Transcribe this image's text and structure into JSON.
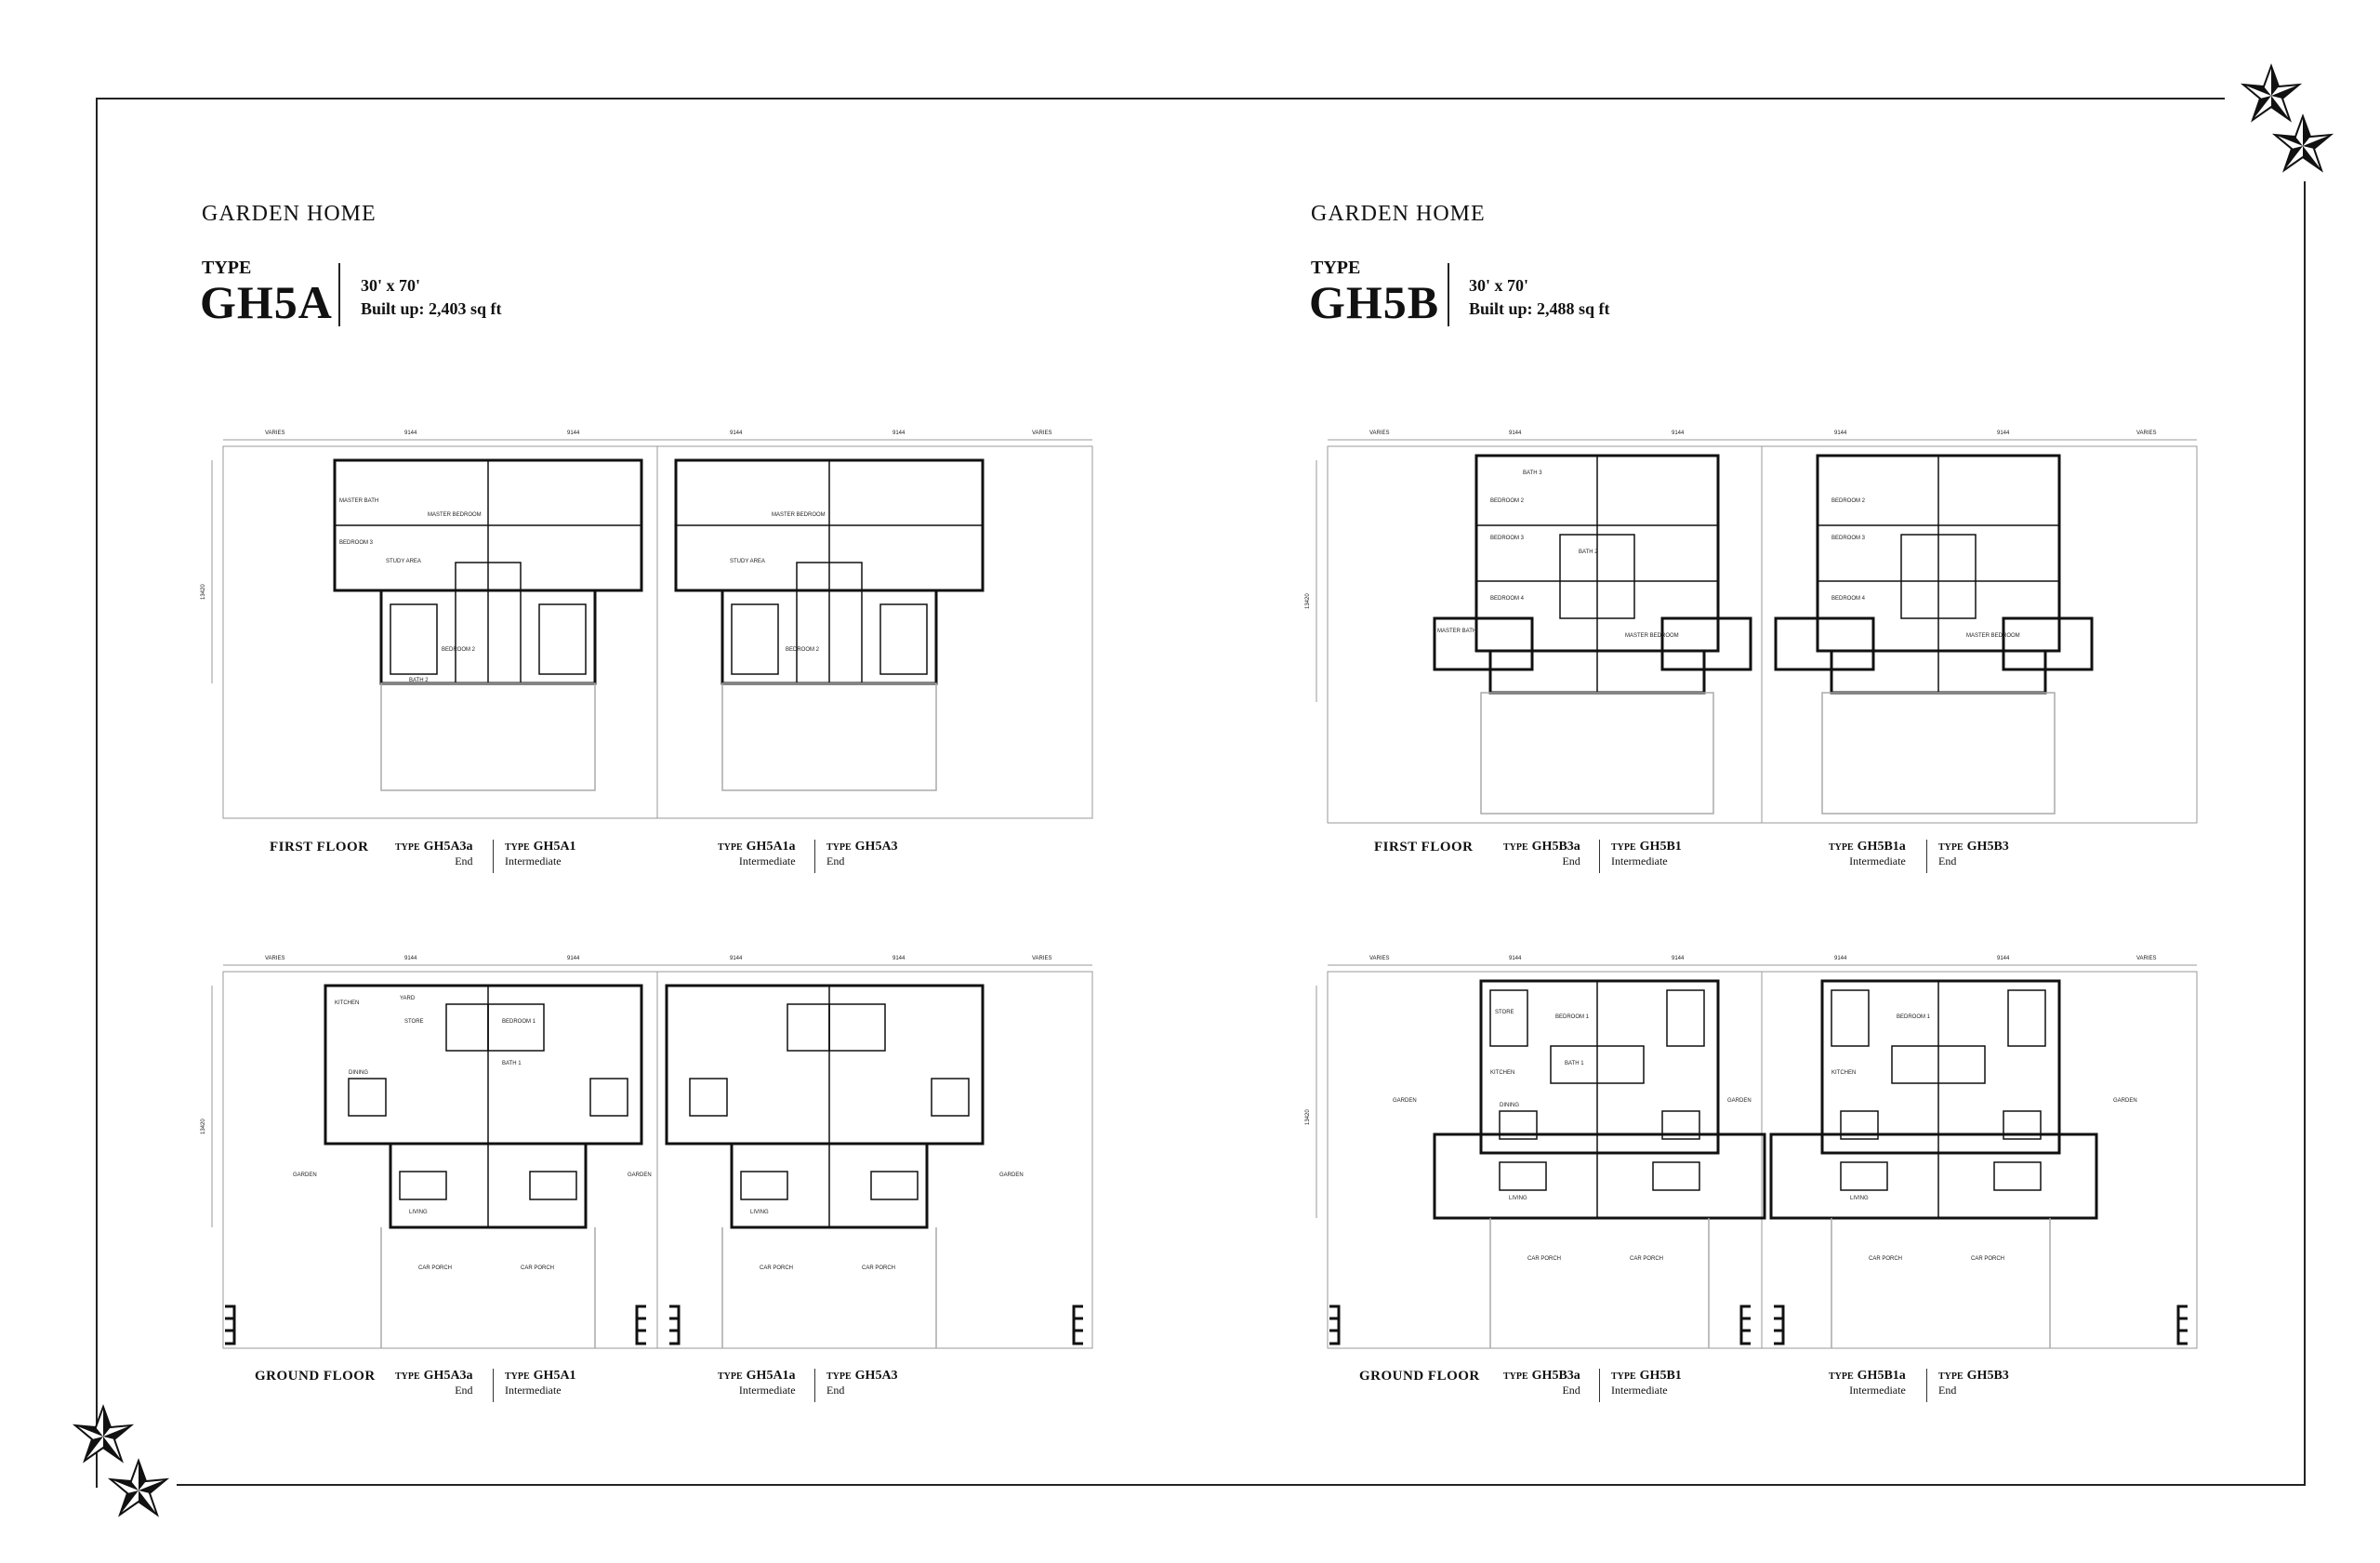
{
  "left": {
    "series": "GARDEN HOME",
    "type_label": "TYPE",
    "type_code": "GH5A",
    "size": "30' x 70'",
    "built_up": "Built up:  2,403 sq ft",
    "first_floor_label": "FIRST FLOOR",
    "ground_floor_label": "GROUND FLOOR",
    "units": [
      {
        "type_word": "TYPE",
        "code": "GH5A3a",
        "kind": "End"
      },
      {
        "type_word": "TYPE",
        "code": "GH5A1",
        "kind": "Intermediate"
      },
      {
        "type_word": "TYPE",
        "code": "GH5A1a",
        "kind": "Intermediate"
      },
      {
        "type_word": "TYPE",
        "code": "GH5A3",
        "kind": "End"
      }
    ]
  },
  "right": {
    "series": "GARDEN HOME",
    "type_label": "TYPE",
    "type_code": "GH5B",
    "size": "30' x 70'",
    "built_up": "Built up:  2,488 sq ft",
    "first_floor_label": "FIRST FLOOR",
    "ground_floor_label": "GROUND FLOOR",
    "units": [
      {
        "type_word": "TYPE",
        "code": "GH5B3a",
        "kind": "End"
      },
      {
        "type_word": "TYPE",
        "code": "GH5B1",
        "kind": "Intermediate"
      },
      {
        "type_word": "TYPE",
        "code": "GH5B1a",
        "kind": "Intermediate"
      },
      {
        "type_word": "TYPE",
        "code": "GH5B3",
        "kind": "End"
      }
    ]
  },
  "plan_text": {
    "varies": "VARIES",
    "dim_9144": "9144",
    "dim_depth": "13420",
    "gh5a_first_rooms": [
      "MASTER BEDROOM",
      "MASTER BATH",
      "BEDROOM 3",
      "STUDY AREA",
      "BEDROOM 2",
      "BATH 2"
    ],
    "gh5a_ground_rooms": [
      "KITCHEN",
      "YARD",
      "STORE",
      "BEDROOM 1",
      "BATH 1",
      "DINING",
      "LIVING",
      "GARDEN",
      "CAR PORCH"
    ],
    "gh5b_first_rooms": [
      "BATH 3",
      "BEDROOM 2",
      "BEDROOM 3",
      "BATH 2",
      "BEDROOM 4",
      "MASTER BEDROOM",
      "MASTER BATH"
    ],
    "gh5b_ground_rooms": [
      "STORE",
      "BEDROOM 1",
      "BATH 1",
      "KITCHEN",
      "DINING",
      "LIVING",
      "GARDEN",
      "CAR PORCH"
    ]
  },
  "colors": {
    "ink": "#111111",
    "frame": "#222222",
    "background": "#ffffff"
  },
  "icons": [
    "star-ornament-icon",
    "stair-symbol-icon"
  ]
}
